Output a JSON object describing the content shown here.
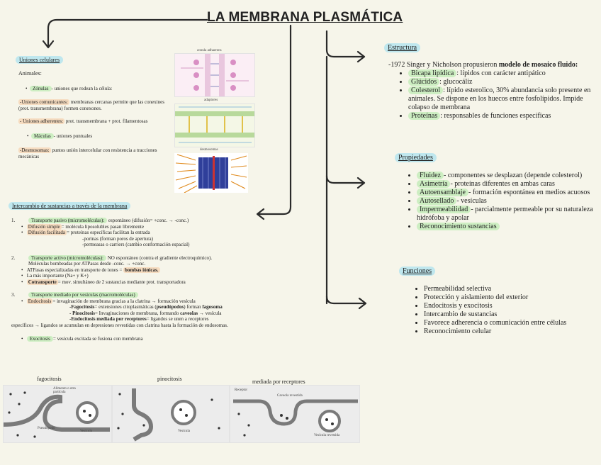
{
  "title": "LA MEMBRANA PLASMÁTICA",
  "uniones": {
    "heading": "Uniones celulares",
    "animales": "Animales:",
    "zonulas_tag": "Zónulas",
    "zonulas_text": "- uniones que rodean la célula:",
    "comunicantes_tag": "-Uniones comunicantes:",
    "comunicantes_text": " membranas cercanas permite que las conexines (prot. transmembrana) formen conexones.",
    "adherentes_tag": "- Uniones adherentes:",
    "adherentes_text": " prot. transmembrana + prot. filamentosas",
    "maculas_tag": "Máculas",
    "maculas_text": "- uniones puntuales",
    "desmosomas_tag": "-Desmosomas:",
    "desmosomas_text": " puntos unión intercelular con resistencia a tracciones mecánicas",
    "fig_labels": {
      "a": "zonula adhaerens",
      "b": "adaptores",
      "c": "desmosomas"
    }
  },
  "intercambio": {
    "heading": "Intercambio de sustancias a través de la membrana",
    "pasivo_tag": "Transporte pasivo (micromoléculas):",
    "pasivo_text": " espontáneo (difusión= +conc. → -conc.)",
    "difsimple_tag": "Difusión simple",
    "difsimple_text": "= molécula liposolubles pasan libremente",
    "diffac_tag": "Difusión facilitada",
    "diffac_text": "= proteínas específicas facilitan la entrada",
    "porinas": "-porinas (forman poros de apertura)",
    "permeasas": "-permeasas o carriers (cambio conformación espacial)",
    "activo_tag": "Transporte activo (micromoléculas):",
    "activo_text": " NO espontáneo (contra el gradiente electroquímico).",
    "activo_text2": "Moléculas bombeadas por ATPasas desde -conc. → +conc.",
    "atpasas_pre": "ATPasas especializadas en transporte de iones = ",
    "atpasas_bold": "bombas iónicas.",
    "mas_importante": "La más importante (Na+ y K+)",
    "cotransporte_tag": "Cotransporte",
    "cotransporte_text": "= mov. simultáneo de 2 sustancias mediante prot. transportadora",
    "vesiculas_tag": "Transporte mediado por vesículas (macromoléculas)",
    "endocitosis_tag": "Endocitosis",
    "endocitosis_text": "= invaginación de membrana gracias a la clatrina → formación vesícula",
    "fagocitosis_bold": "-Fagocitosis",
    "fagocitosis_text": "= extensiones citoplasmáticas (",
    "pseudopodos": "pseudópodos",
    "fagocitosis_text2": ") forman ",
    "fagosoma": "fagosoma",
    "pinocitosis_bold": "- Pinocitosis",
    "pinocitosis_text": "= Invaginaciones de membrana, formando ",
    "caveolas": "caveolas",
    "pinocitosis_text2": " → vesícula",
    "receptores_bold": "-Endocitosis mediada por receptores",
    "receptores_text": "= ligandos se unen a receptores",
    "receptores_text2": "específicos → ligandos se acumulan en depresiones revestidas con clatrina hasta la formación de endosomas.",
    "exocitosis_tag": "Exocitosis",
    "exocitosis_text": "= vesícula excitada se fusiona con membrana",
    "num1": "1.",
    "num2": "2.",
    "num3": "3."
  },
  "bottom_figs": {
    "fagocitosis_caption": "fagocitosis",
    "pinocitosis_caption": "pinocitosis",
    "receptores_caption": "mediada por receptores",
    "alimento": "Alimento o otra partícula",
    "pseudopodo": "Pseudópodo",
    "vesicula": "Vesícula",
    "receptor": "Receptor",
    "caveola": "Caveola revestida",
    "vesicula_revestida": "Vesícula revestida"
  },
  "estructura": {
    "heading": "Estructura",
    "intro_normal": "-1972 Singer y Nicholson propusieron ",
    "intro_bold": "modelo de mosaico fluido:",
    "items": [
      {
        "tag": "Bicapa lipídica",
        "text": ": lípidos con carácter antipático"
      },
      {
        "tag": "Glúcidos",
        "text": ": glucocáliz"
      },
      {
        "tag": "Colesterol",
        "text": ": lípido esterolico, 30% abundancia solo presente en animales. Se dispone en los huecos entre fosfolípidos. Impide colapso de membrana"
      },
      {
        "tag": "Proteínas",
        "text": ": responsables de funciones específicas"
      }
    ]
  },
  "propiedades": {
    "heading": "Propiedades",
    "items": [
      {
        "tag": "Fluidez",
        "text": "- componentes se desplazan (depende colesterol)"
      },
      {
        "tag": "Asimetría",
        "text": "- proteínas diferentes en ambas caras"
      },
      {
        "tag": "Autoensamblaje",
        "text": "- formación espontánea en medios acuosos"
      },
      {
        "tag": "Autosellado",
        "text": "- vesículas"
      },
      {
        "tag": "Impermeabilidad",
        "text": "- parcialmente permeable por su naturaleza hidrófoba y apolar"
      },
      {
        "tag": "Reconocimiento sustancias",
        "text": ""
      }
    ]
  },
  "funciones": {
    "heading": "Funciones",
    "items": [
      "Permeabilidad selectiva",
      "Protección y aislamiento del exterior",
      "Endocitosis y exocitosis",
      "Intercambio de sustancias",
      "Favorece adherencia o comunicación entre células",
      "Reconocimiento celular"
    ]
  },
  "colors": {
    "heading_highlight": "#bfe7ee",
    "term_highlight": "#cdeec2",
    "orange_highlight": "#f6dcc0",
    "background": "#f6f5ea",
    "arrow": "#2a2a2a"
  }
}
